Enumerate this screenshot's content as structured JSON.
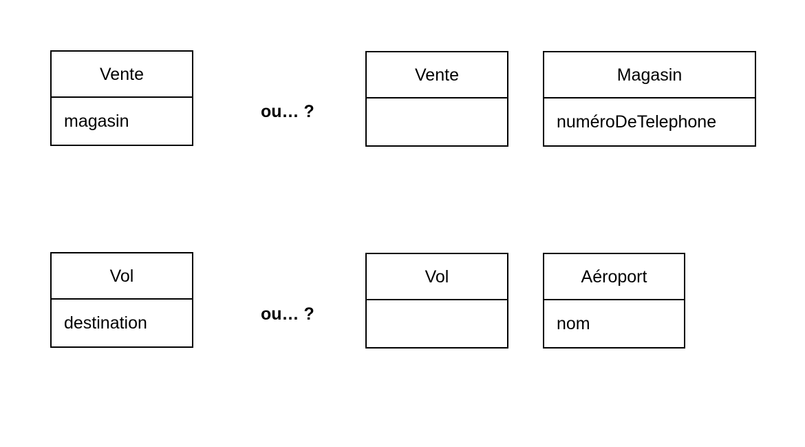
{
  "rows": [
    {
      "left_class": {
        "name": "Vente",
        "attribute": "magasin"
      },
      "alternative_label": "ou… ?",
      "right_classes": [
        {
          "name": "Vente",
          "attribute": ""
        },
        {
          "name": "Magasin",
          "attribute": "numéroDeTelephone"
        }
      ]
    },
    {
      "left_class": {
        "name": "Vol",
        "attribute": "destination"
      },
      "alternative_label": "ou… ?",
      "right_classes": [
        {
          "name": "Vol",
          "attribute": ""
        },
        {
          "name": "Aéroport",
          "attribute": "nom"
        }
      ]
    }
  ]
}
